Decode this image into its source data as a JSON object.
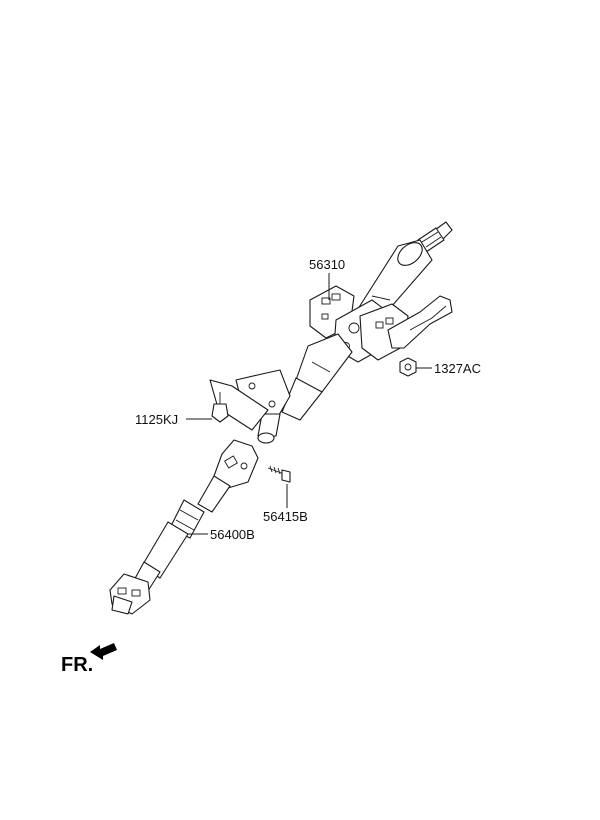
{
  "diagram": {
    "labels": {
      "column_assembly": "56310",
      "nut": "1327AC",
      "bolt_upper": "1125KJ",
      "bolt_joint": "56415B",
      "intermediate_shaft": "56400B"
    },
    "front_marker": "FR."
  }
}
